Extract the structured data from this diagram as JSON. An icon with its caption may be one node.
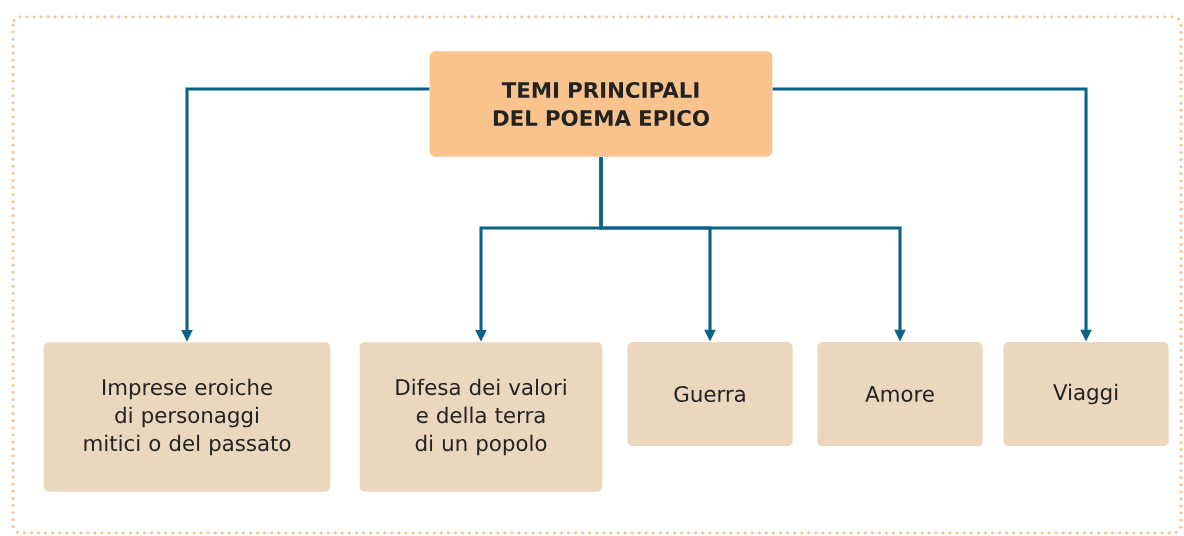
{
  "diagram": {
    "nodes": [
      {
        "text": [
          "TEMI PRINCIPALI DEL POEMA EPICO"
        ]
      },
      {
        "text": [
          "Imprese eroiche di personaggi mitici o del passato"
        ]
      },
      {
        "text": [
          "Difesa dei valori e della terra di un popolo"
        ]
      },
      {
        "text": [
          "Guerra"
        ]
      },
      {
        "text": [
          "Amore"
        ]
      },
      {
        "text": [
          "Viaggi"
        ]
      }
    ],
    "edges": [
      {
        "from": 0,
        "to": 1,
        "arrow": "to"
      },
      {
        "from": 0,
        "to": 2,
        "arrow": "to"
      },
      {
        "from": 0,
        "to": 3,
        "arrow": "to"
      },
      {
        "from": 0,
        "to": 4,
        "arrow": "to"
      },
      {
        "from": 0,
        "to": 5,
        "arrow": "to"
      }
    ]
  }
}
